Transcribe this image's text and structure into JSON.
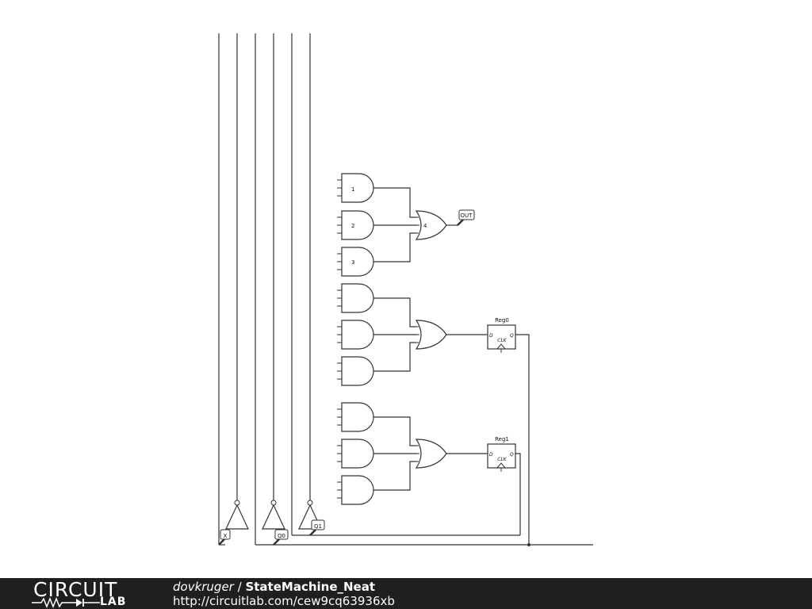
{
  "gates": {
    "and_1": "1",
    "and_2": "2",
    "and_3": "3",
    "or_4": "4"
  },
  "labels": {
    "out": "OUT",
    "x": "X",
    "q0": "Q0",
    "q1": "Q1"
  },
  "registers": [
    {
      "name": "Reg0",
      "d": "D",
      "q": "Q",
      "clk": "CLK"
    },
    {
      "name": "Reg1",
      "d": "D",
      "q": "Q",
      "clk": "CLK"
    }
  ],
  "footer": {
    "logo_top": "CIRCUIT",
    "logo_bottom": "LAB",
    "author": "dovkruger",
    "separator": " / ",
    "project": "StateMachine_Neat",
    "url": "http://circuitlab.com/cew9cq63936xb"
  }
}
